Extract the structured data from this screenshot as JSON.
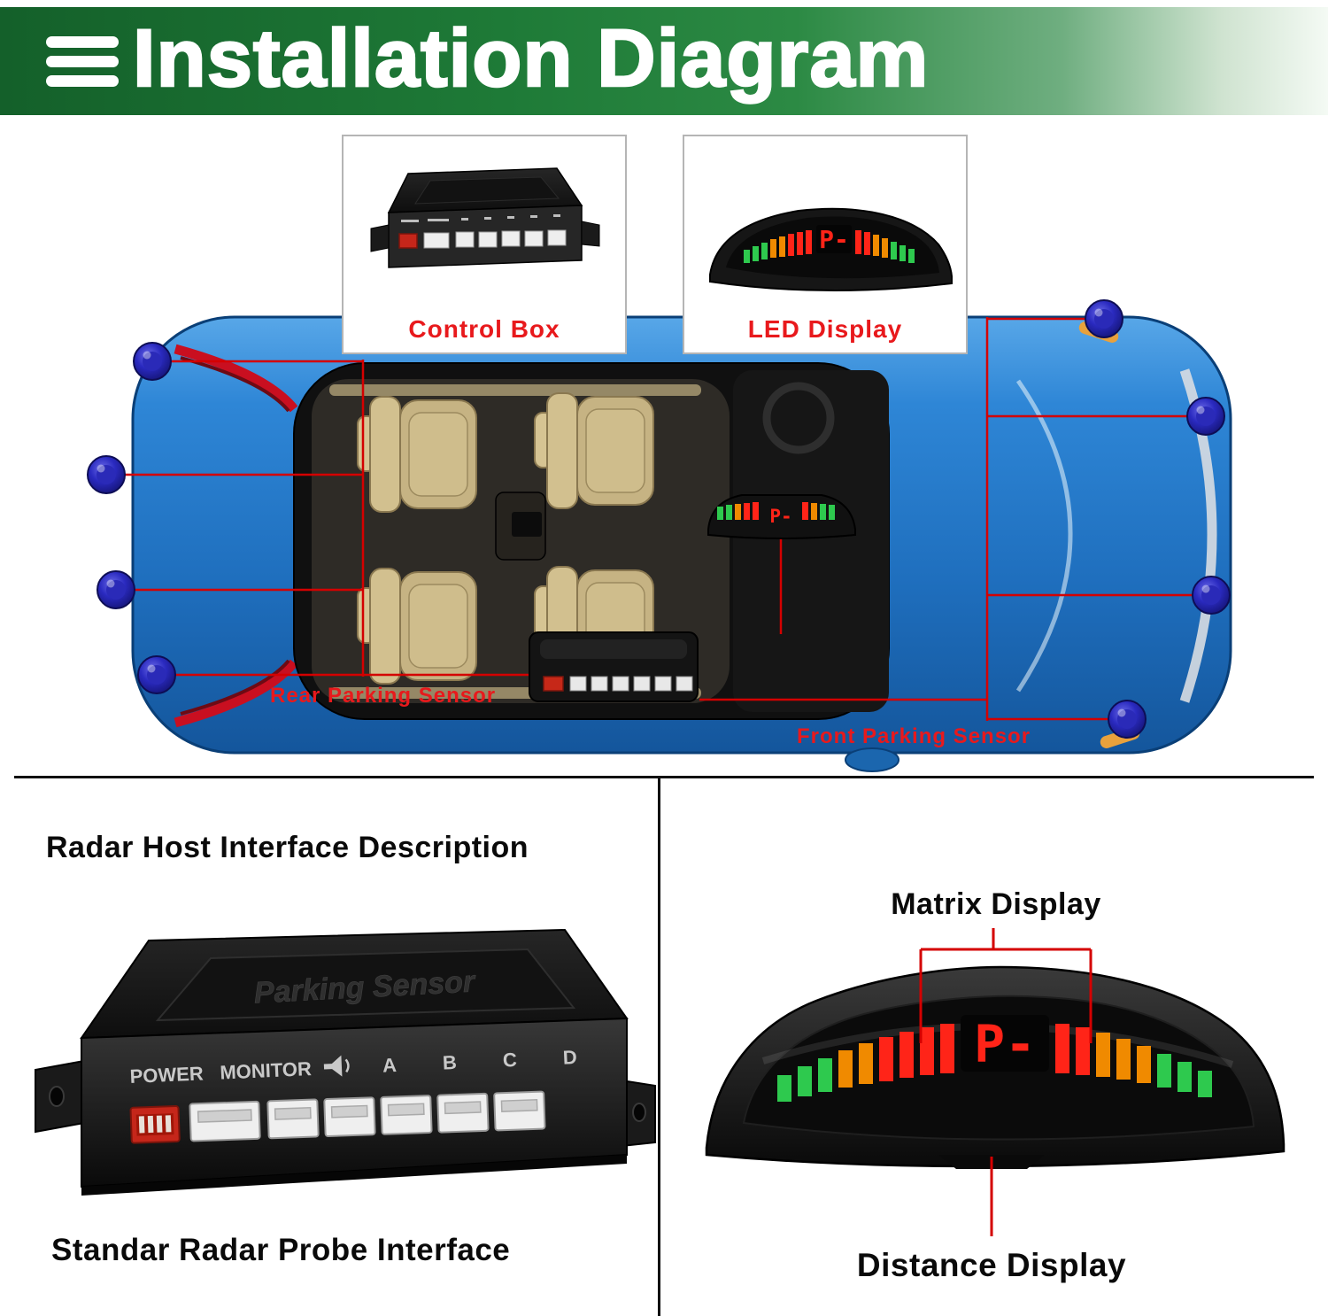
{
  "header": {
    "title": "Installation Diagram"
  },
  "insets": {
    "control_box_label": "Control Box",
    "led_display_label": "LED Display"
  },
  "car": {
    "rear_sensor_label": "Rear Parking Sensor",
    "front_sensor_label": "Front Parking Sensor"
  },
  "host": {
    "section_title": "Radar Host Interface Description",
    "probe_title": "Standar Radar Probe Interface",
    "brand_text": "Parking Sensor",
    "port_labels": [
      "POWER",
      "MONITOR",
      "A",
      "B",
      "C",
      "D"
    ]
  },
  "display": {
    "matrix_label": "Matrix Display",
    "distance_label": "Distance Display",
    "digit_text": "P-"
  },
  "colors": {
    "banner_green": "#1e7a37",
    "annotation_red": "#d40000",
    "label_red": "#e8191c",
    "car_blue": "#2a7fd2",
    "sensor_blue": "#2323b0",
    "led_green": "#2ec94e",
    "led_orange": "#f08a00",
    "led_red": "#ff2418"
  }
}
